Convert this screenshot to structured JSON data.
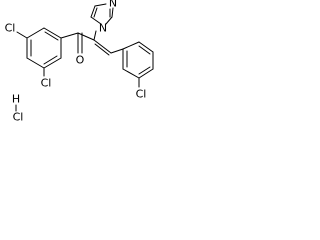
{
  "molecule": {
    "atoms": {
      "cl_top_left": "Cl",
      "cl_lower_left": "Cl",
      "cl_right": "Cl",
      "oxygen": "O",
      "nitrogen_ring": "N",
      "nitrogen_pendant": "N",
      "salt_h": "H",
      "salt_cl": "Cl"
    }
  }
}
